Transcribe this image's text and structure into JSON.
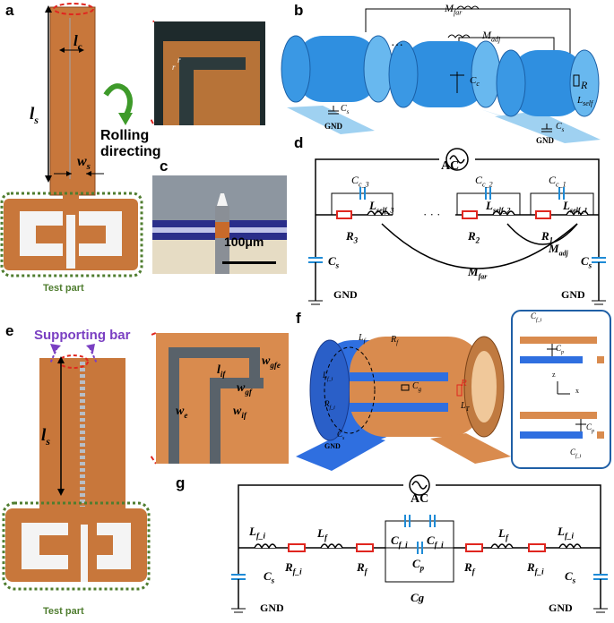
{
  "panels": {
    "a": {
      "label": "a",
      "l_s": "l",
      "l_s_sub": "s",
      "l_c": "l",
      "l_c_sub": "c",
      "w_s": "w",
      "w_s_sub": "s",
      "rolling_line1": "Rolling",
      "rolling_line2": "directing",
      "test_part": "Test part",
      "inset_r1": "r",
      "inset_r2": "r"
    },
    "b": {
      "label": "b",
      "M_far": "M",
      "M_far_sub": "far",
      "M_adj": "M",
      "M_adj_sub": "adj",
      "dots": "…",
      "C_c": "C",
      "C_c_sub": "c",
      "R": "R",
      "L_self": "L",
      "L_self_sub": "self",
      "C_s_left": "C",
      "C_s_right": "C",
      "C_s_sub": "s",
      "gnd_left": "GND",
      "gnd_right": "GND"
    },
    "c": {
      "label": "c",
      "scale": "100μm"
    },
    "d": {
      "label": "d",
      "AC": "AC",
      "Cc3": "C",
      "Cc3_sub": "c_3",
      "Cc2": "C",
      "Cc2_sub": "c_2",
      "Cc1": "C",
      "Cc1_sub": "c_1",
      "Lself3": "L",
      "Lself3_sub": "self_3",
      "Lself2": "L",
      "Lself2_sub": "self_2",
      "Lself1": "L",
      "Lself1_sub": "self_1",
      "R3": "R",
      "R3_sub": "3",
      "R2": "R",
      "R2_sub": "2",
      "R1": "R",
      "R1_sub": "1",
      "dots": "· · ·",
      "Madj": "M",
      "Madj_sub": "adj",
      "Mfar": "M",
      "Mfar_sub": "far",
      "Cs_left": "C",
      "Cs_right": "C",
      "Cs_sub": "s",
      "gnd_left": "GND",
      "gnd_right": "GND"
    },
    "e": {
      "label": "e",
      "supporting_bar": "Supporting bar",
      "l_s": "l",
      "l_s_sub": "s",
      "l_if": "l",
      "l_if_sub": "if",
      "w_gfe": "w",
      "w_gfe_sub": "gfe",
      "w_gf": "w",
      "w_gf_sub": "gf",
      "w_if": "w",
      "w_if_sub": "if",
      "w_e": "w",
      "w_e_sub": "e",
      "test_part": "Test part"
    },
    "f": {
      "label": "f",
      "L_f": "L",
      "L_f_sub": "f",
      "R_f": "R",
      "R_f_sub": "f",
      "C_g": "C",
      "C_g_sub": "g",
      "R": "R",
      "L_T": "L",
      "L_T_sub": "T",
      "L_fi": "L",
      "L_fi_sub": "f_i",
      "R_fi": "R",
      "R_fi_sub": "f_i",
      "C_s": "C",
      "C_s_sub": "s",
      "gnd": "GND",
      "inset_Cfi": "C",
      "inset_Cfi_sub": "f_i",
      "inset_Cp": "C",
      "inset_Cp_sub": "p",
      "inset_Cp2": "C",
      "inset_Cfi2": "C",
      "axis_z": "z",
      "axis_x": "x"
    },
    "g": {
      "label": "g",
      "AC": "AC",
      "Lfi_left": "L",
      "Lfi_sub": "f_i",
      "Lf_left": "L",
      "Lf_sub": "f",
      "Rfi_left": "R",
      "Rfi_sub": "f_i",
      "Rf_left": "R",
      "Rf_sub": "f",
      "Cfi_a": "C",
      "Cfi_b": "C",
      "Cfi_sub": "f_i",
      "Cp": "C",
      "Cp_sub": "p",
      "Cg": "Cg",
      "Rf_right": "R",
      "Lf_right": "L",
      "Rfi_right": "R",
      "Lfi_right": "L",
      "Cs_left": "C",
      "Cs_right": "C",
      "Cs_sub": "s",
      "gnd_left": "GND",
      "gnd_right": "GND"
    }
  },
  "colors": {
    "copper": "#c8773b",
    "copper_dark": "#9a5322",
    "blue": "#2f7fd6",
    "blue_light": "#7cc4f4",
    "red": "#e0261f",
    "green_dotted": "#4f7d2f",
    "purple": "#7a3fc2",
    "cap_blue": "#1f8bd6"
  }
}
